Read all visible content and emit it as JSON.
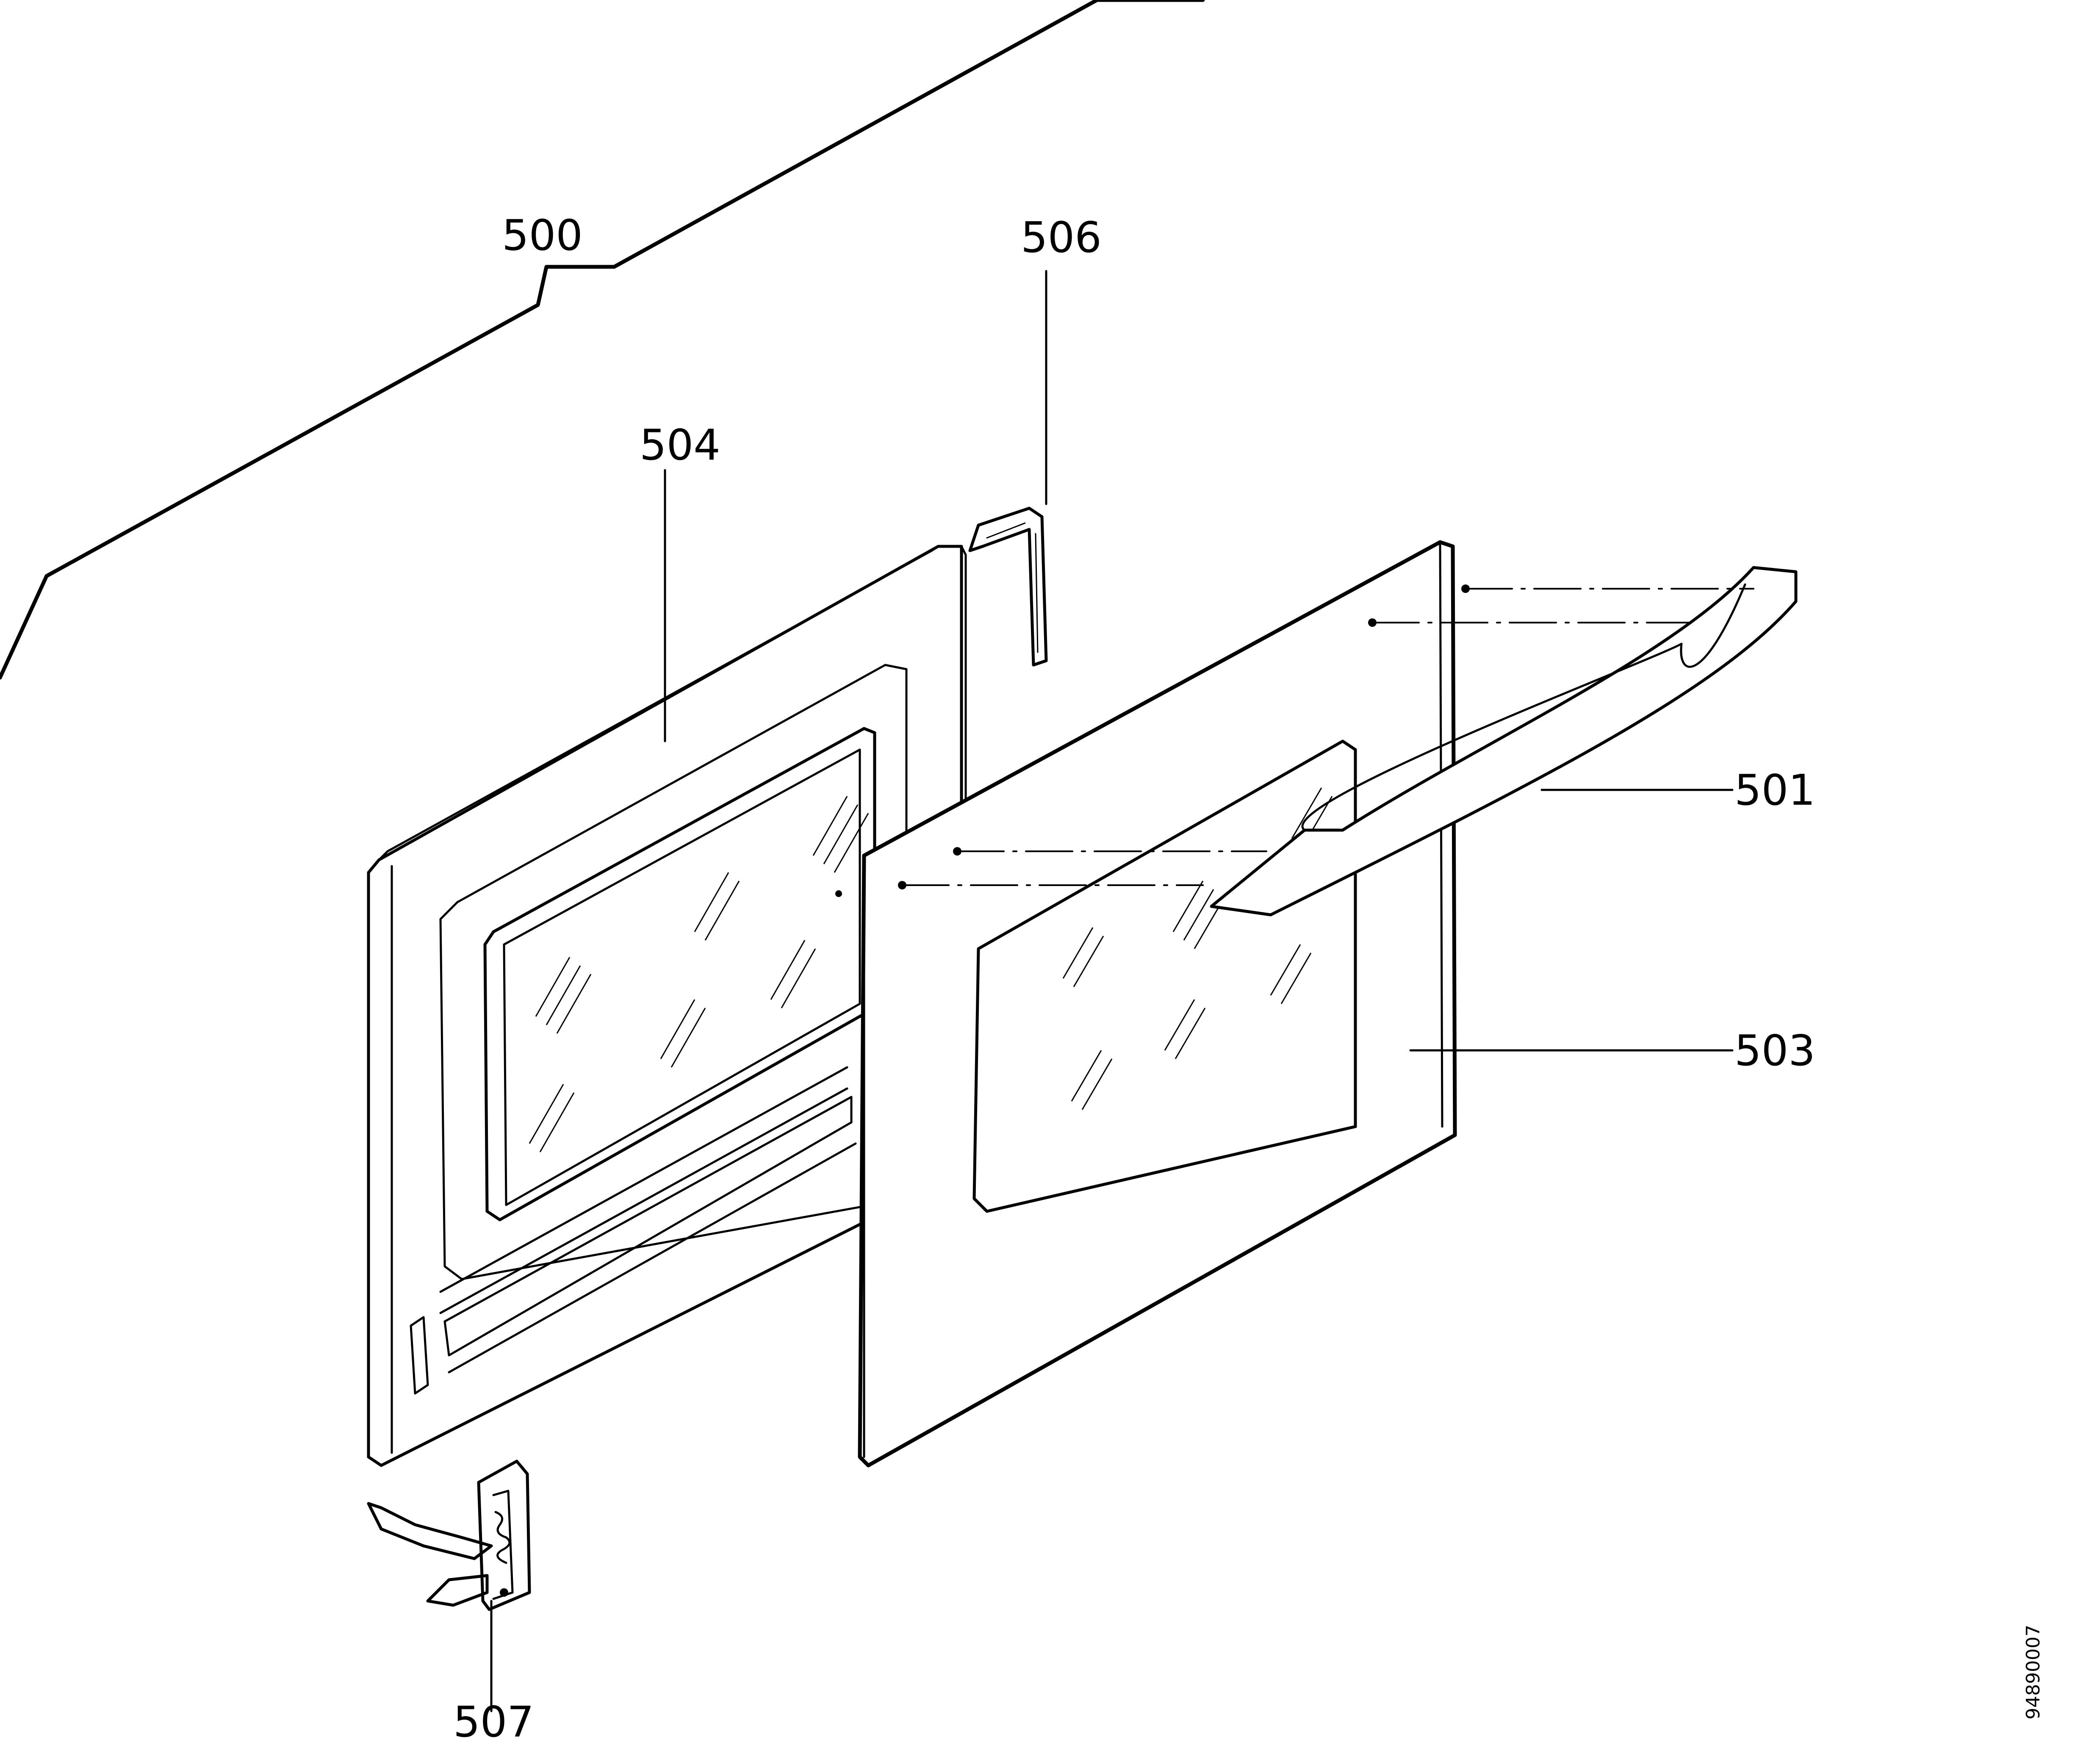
{
  "parts": [
    {
      "id": "500",
      "label": "500"
    },
    {
      "id": "501",
      "label": "501"
    },
    {
      "id": "503",
      "label": "503"
    },
    {
      "id": "504",
      "label": "504"
    },
    {
      "id": "506",
      "label": "506"
    },
    {
      "id": "507",
      "label": "507"
    }
  ],
  "document_number": "94890007"
}
